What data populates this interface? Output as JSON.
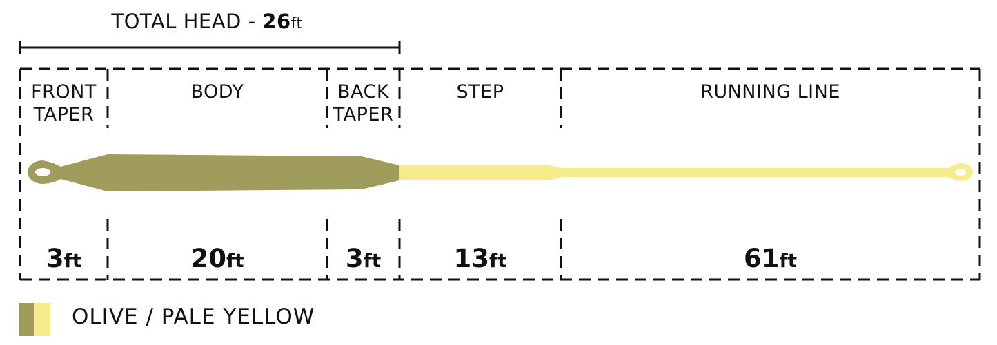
{
  "header": {
    "total_head_label": "TOTAL HEAD - ",
    "total_head_value": "26",
    "total_head_unit": "ft"
  },
  "segments": [
    {
      "label_line1": "FRONT",
      "label_line2": "TAPER",
      "value": "3",
      "unit": "ft"
    },
    {
      "label_line1": "BODY",
      "label_line2": "",
      "value": "20",
      "unit": "ft"
    },
    {
      "label_line1": "BACK",
      "label_line2": "TAPER",
      "value": "3",
      "unit": "ft"
    },
    {
      "label_line1": "STEP",
      "label_line2": "",
      "value": "13",
      "unit": "ft"
    },
    {
      "label_line1": "RUNNING LINE",
      "label_line2": "",
      "value": "61",
      "unit": "ft"
    }
  ],
  "colors": {
    "olive": "#a09d5c",
    "pale_yellow": "#f7ec8c"
  },
  "legend": {
    "text": "OLIVE / PALE YELLOW"
  }
}
